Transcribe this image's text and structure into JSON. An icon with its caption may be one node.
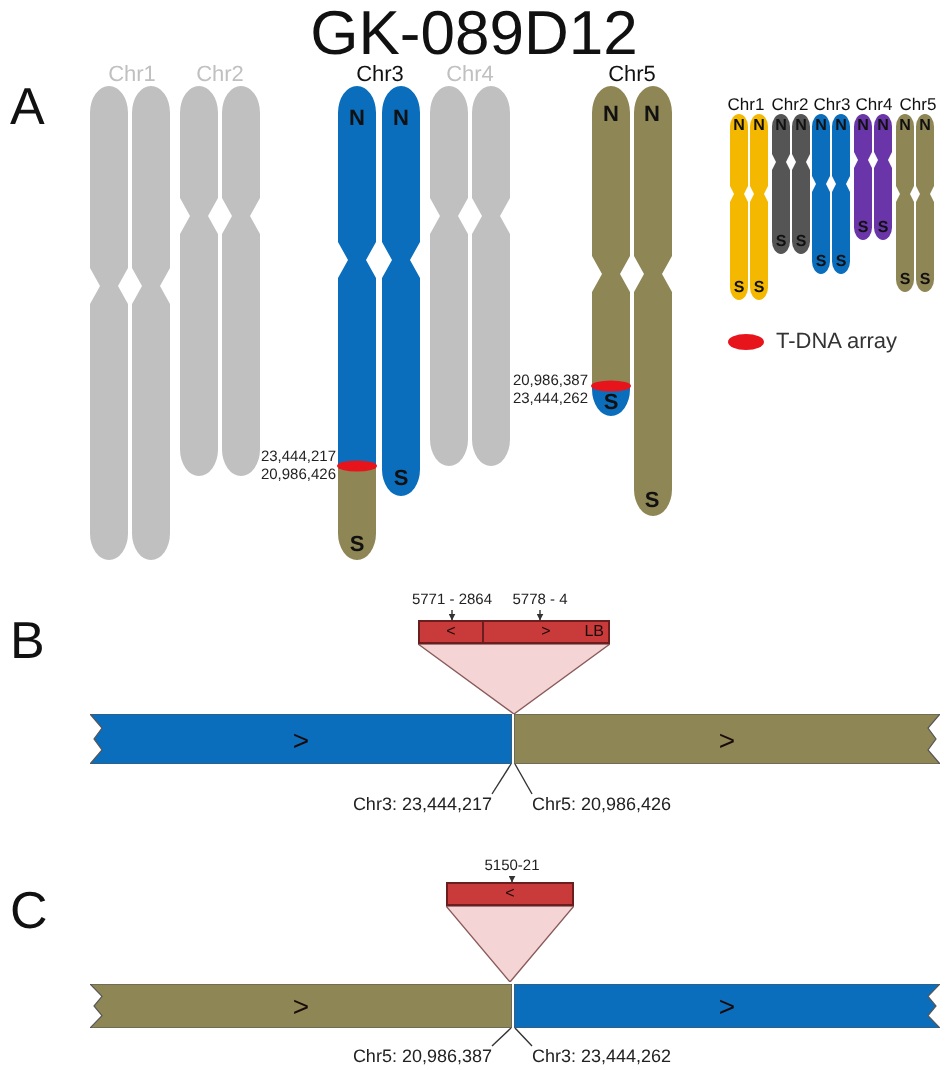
{
  "diagram": {
    "title": "GK-089D12",
    "nodes": [
      {
        "text": [
          "5771 - 2864"
        ]
      },
      {
        "text": [
          "5778 - 4"
        ]
      },
      {
        "text": [
          "<"
        ]
      },
      {
        "text": [
          ">",
          "LB"
        ]
      },
      {
        "text": [
          ">"
        ]
      },
      {
        "text": [
          ">"
        ]
      },
      {
        "text": [
          "Chr3: 23,444,217"
        ]
      },
      {
        "text": [
          "Chr5: 20,986,426"
        ]
      },
      {
        "text": [
          "5150-21"
        ]
      },
      {
        "text": [
          "<"
        ]
      },
      {
        "text": [
          ">"
        ]
      },
      {
        "text": [
          ">"
        ]
      },
      {
        "text": [
          "Chr5: 20,986,387"
        ]
      },
      {
        "text": [
          "Chr3: 23,444,262"
        ]
      },
      {
        "text": [],
        "shape": "triangle"
      },
      {
        "text": [],
        "shape": "triangle"
      }
    ],
    "edges": [
      {
        "from": 0,
        "to": 2,
        "arrow": "to"
      },
      {
        "from": 1,
        "to": 3,
        "arrow": "to"
      },
      {
        "from": 6,
        "to": 4,
        "arrow": "none"
      },
      {
        "from": 7,
        "to": 5,
        "arrow": "none"
      },
      {
        "from": 8,
        "to": 9,
        "arrow": "to"
      },
      {
        "from": 12,
        "to": 10,
        "arrow": "none"
      },
      {
        "from": 13,
        "to": 11,
        "arrow": "none"
      }
    ],
    "labels": [
      "A",
      "Chr1",
      "Chr2",
      "Chr3",
      "Chr4",
      "Chr5",
      "Chr1",
      "Chr2",
      "Chr3",
      "Chr4",
      "Chr5",
      "N",
      "N",
      "N",
      "N",
      "N",
      "N",
      "N",
      "N",
      "N",
      "N",
      "N",
      "N",
      "N",
      "N",
      "S",
      "S",
      "S",
      "S",
      "S",
      "S",
      "S",
      "S",
      "S",
      "S",
      "20,986,387",
      "23,444,262",
      "S",
      "23,444,217",
      "20,986,426",
      "S",
      "S",
      "S",
      "B",
      "C"
    ],
    "legend": [
      {
        "text": "T-DNA array",
        "color": "#e8141c"
      }
    ]
  }
}
